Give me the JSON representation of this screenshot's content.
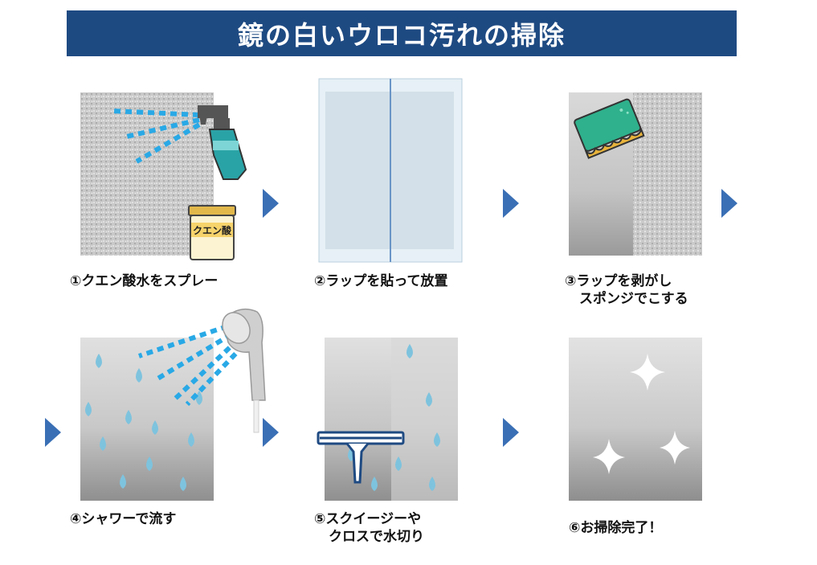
{
  "title": "鏡の白いウロコ汚れの掃除",
  "steps": [
    {
      "num": "①",
      "text": "クエン酸水をスプレー"
    },
    {
      "num": "②",
      "text": "ラップを貼って放置"
    },
    {
      "num": "③",
      "text": "ラップを剥がし",
      "text2": "スポンジでこする"
    },
    {
      "num": "④",
      "text": "シャワーで流す"
    },
    {
      "num": "⑤",
      "text": "スクイージーや",
      "text2": "クロスで水切り"
    },
    {
      "num": "⑥",
      "text": "お掃除完了！"
    }
  ],
  "jar_label": "クエン酸",
  "colors": {
    "title_bg": "#1e4a82",
    "arrow": "#3a6fb5",
    "spray_dash": "#29a9e6",
    "bottle": "#2aa3a6",
    "drop": "#7ec3de"
  }
}
